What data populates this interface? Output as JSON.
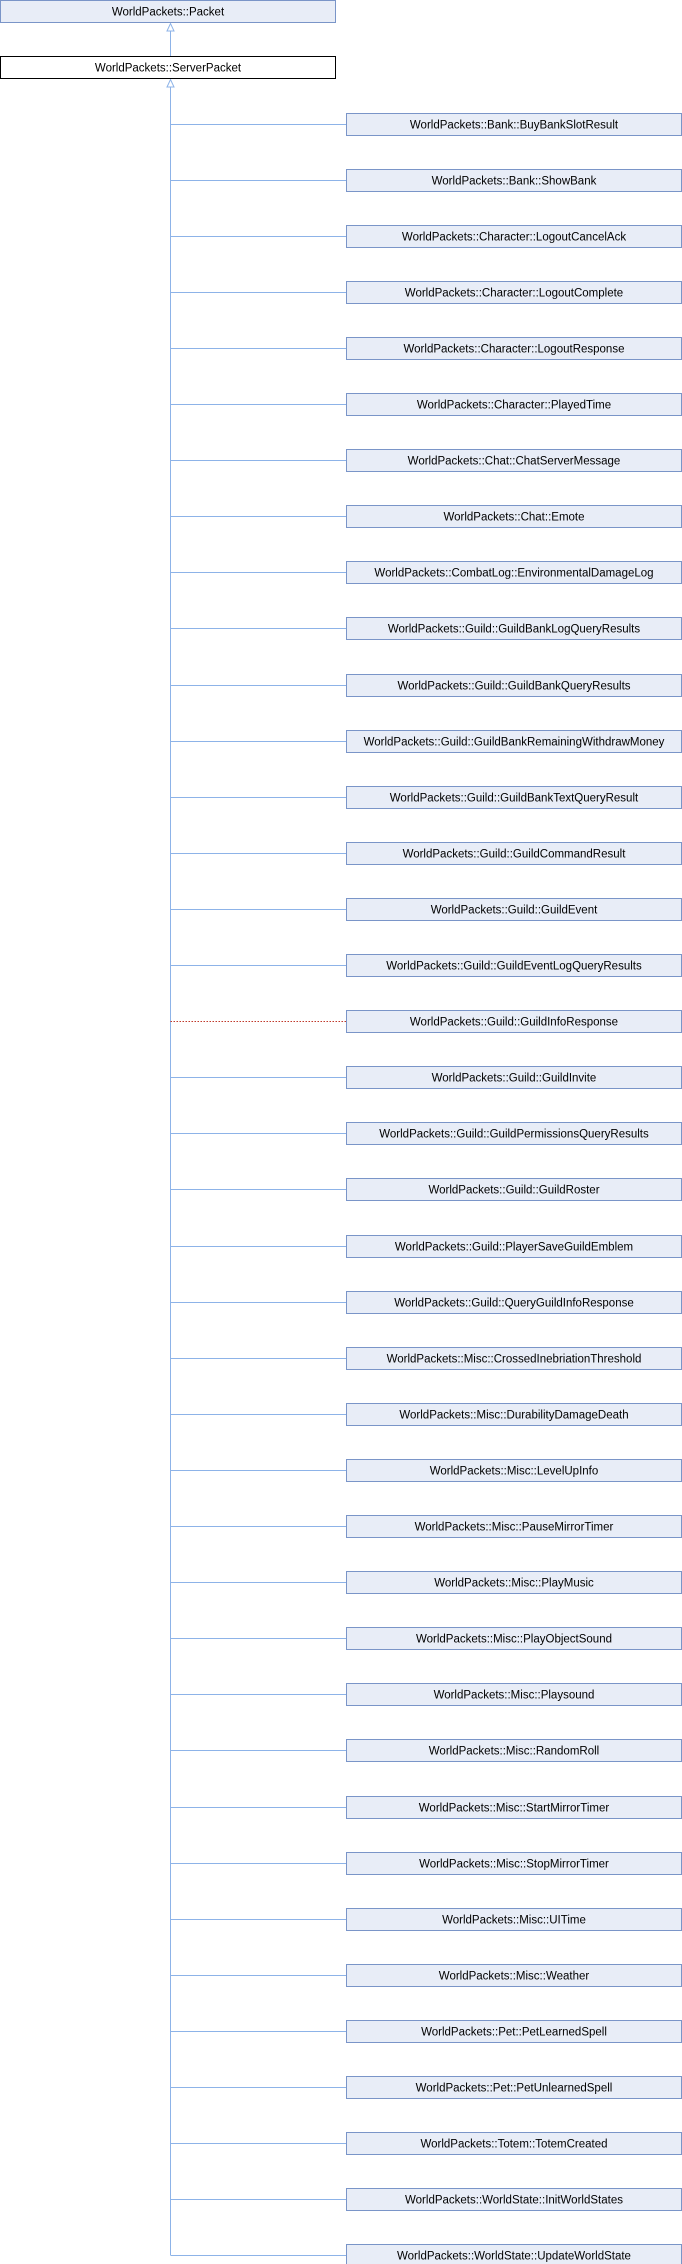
{
  "colors": {
    "edge": "#8db3e8",
    "dotted_edge": "#c0392b",
    "node_fill": "#e8edf7",
    "node_stroke": "#7a95c8",
    "current_fill": "#ffffff",
    "current_stroke": "#000000"
  },
  "root": {
    "label": "WorldPackets::Packet"
  },
  "parent": {
    "label": "WorldPackets::ServerPacket"
  },
  "children": [
    {
      "label": "WorldPackets::Bank::BuyBankSlotResult"
    },
    {
      "label": "WorldPackets::Bank::ShowBank"
    },
    {
      "label": "WorldPackets::Character::LogoutCancelAck"
    },
    {
      "label": "WorldPackets::Character::LogoutComplete"
    },
    {
      "label": "WorldPackets::Character::LogoutResponse"
    },
    {
      "label": "WorldPackets::Character::PlayedTime"
    },
    {
      "label": "WorldPackets::Chat::ChatServerMessage"
    },
    {
      "label": "WorldPackets::Chat::Emote"
    },
    {
      "label": "WorldPackets::CombatLog::EnvironmentalDamageLog"
    },
    {
      "label": "WorldPackets::Guild::GuildBankLogQueryResults"
    },
    {
      "label": "WorldPackets::Guild::GuildBankQueryResults"
    },
    {
      "label": "WorldPackets::Guild::GuildBankRemainingWithdrawMoney"
    },
    {
      "label": "WorldPackets::Guild::GuildBankTextQueryResult"
    },
    {
      "label": "WorldPackets::Guild::GuildCommandResult"
    },
    {
      "label": "WorldPackets::Guild::GuildEvent"
    },
    {
      "label": "WorldPackets::Guild::GuildEventLogQueryResults"
    },
    {
      "label": "WorldPackets::Guild::GuildInfoResponse",
      "dotted": true
    },
    {
      "label": "WorldPackets::Guild::GuildInvite"
    },
    {
      "label": "WorldPackets::Guild::GuildPermissionsQueryResults"
    },
    {
      "label": "WorldPackets::Guild::GuildRoster"
    },
    {
      "label": "WorldPackets::Guild::PlayerSaveGuildEmblem"
    },
    {
      "label": "WorldPackets::Guild::QueryGuildInfoResponse"
    },
    {
      "label": "WorldPackets::Misc::CrossedInebriationThreshold"
    },
    {
      "label": "WorldPackets::Misc::DurabilityDamageDeath"
    },
    {
      "label": "WorldPackets::Misc::LevelUpInfo"
    },
    {
      "label": "WorldPackets::Misc::PauseMirrorTimer"
    },
    {
      "label": "WorldPackets::Misc::PlayMusic"
    },
    {
      "label": "WorldPackets::Misc::PlayObjectSound"
    },
    {
      "label": "WorldPackets::Misc::Playsound"
    },
    {
      "label": "WorldPackets::Misc::RandomRoll"
    },
    {
      "label": "WorldPackets::Misc::StartMirrorTimer"
    },
    {
      "label": "WorldPackets::Misc::StopMirrorTimer"
    },
    {
      "label": "WorldPackets::Misc::UITime"
    },
    {
      "label": "WorldPackets::Misc::Weather"
    },
    {
      "label": "WorldPackets::Pet::PetLearnedSpell"
    },
    {
      "label": "WorldPackets::Pet::PetUnlearnedSpell"
    },
    {
      "label": "WorldPackets::Totem::TotemCreated"
    },
    {
      "label": "WorldPackets::WorldState::InitWorldStates"
    },
    {
      "label": "WorldPackets::WorldState::UpdateWorldState"
    }
  ]
}
